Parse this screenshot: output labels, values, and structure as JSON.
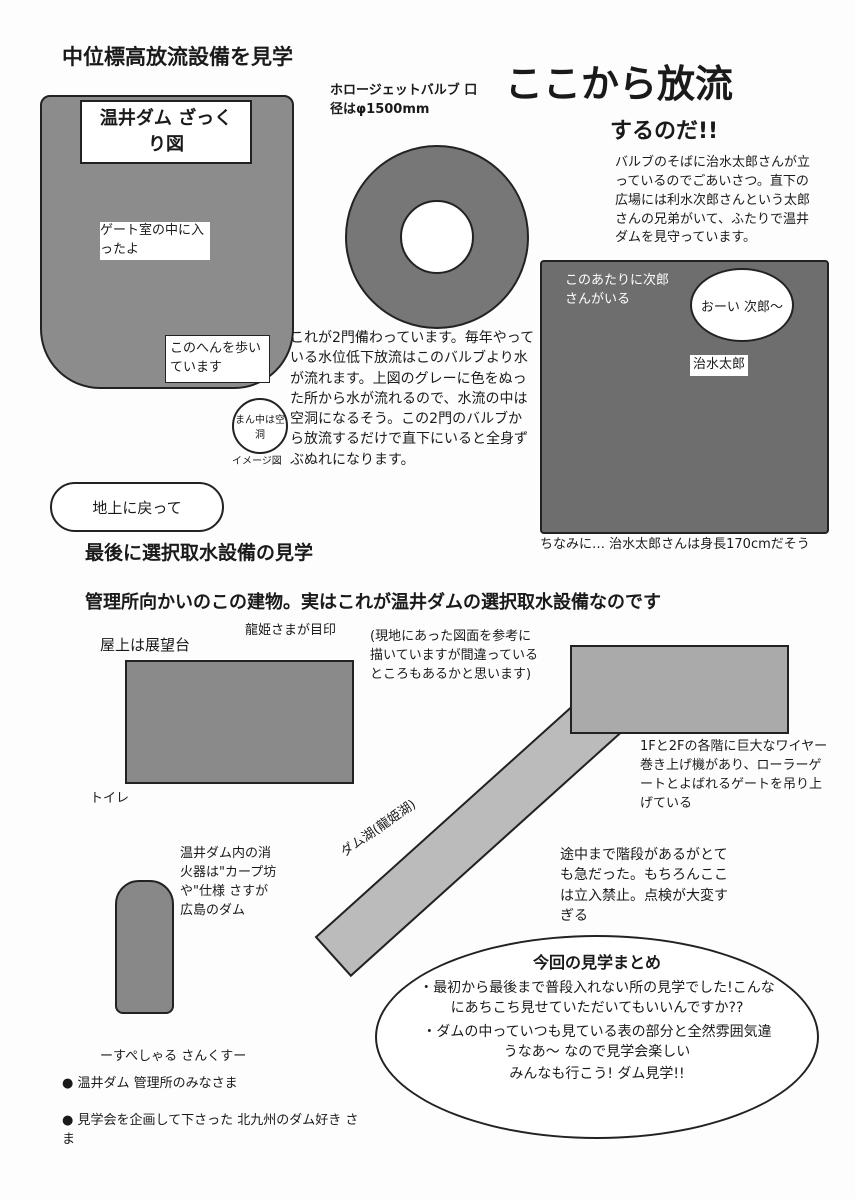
{
  "section1": {
    "title": "中位標高放流設備を見学",
    "map_banner": "温井ダム ざっくり図",
    "gate_note": "ゲート室の中に入ったよ",
    "walk_note": "このへんを歩いています",
    "valve_label": "ホロージェットバルブ 口径はφ1500mm",
    "shout": "ここから放流",
    "shout2": "するのだ!!",
    "taro_text": "バルブのそばに治水太郎さんが立っているのでごあいさつ。直下の広場には利水次郎さんという太郎さんの兄弟がいて、ふたりで温井ダムを見守っています。",
    "jiro_note": "このあたりに次郎さんがいる",
    "call_bubble": "おーい 次郎〜",
    "taro_back": "治水太郎",
    "valve_text": "これが2門備わっています。毎年やっている水位低下放流はこのバルブより水が流れます。上図のグレーに色をぬった所から水が流れるので、水流の中は空洞になるそう。この2門のバルブから放流するだけで直下にいると全身ずぶぬれになります。",
    "hollow_bubble": "まん中は空洞",
    "image_label": "イメージ図",
    "height_note": "ちなみに… 治水太郎さんは身長170cmだそう"
  },
  "section2": {
    "return_bubble": "地上に戻って",
    "title": "最後に選択取水設備の見学",
    "intro": "管理所向かいのこの建物。実はこれが温井ダムの選択取水設備なのです",
    "rooftop": "屋上は展望台",
    "mark": "龍姫さまが目印",
    "toilet": "トイレ",
    "disclaimer": "(現地にあった図面を参考に描いていますが間違っているところもあるかと思います)",
    "winch_note": "1Fと2Fの各階に巨大なワイヤー巻き上げ機があり、ローラーゲートとよばれるゲートを吊り上げている",
    "lake": "ダム湖(龍姫湖)",
    "stairs_note": "途中まで階段があるがとても急だった。もちろんここは立入禁止。点検が大変すぎる",
    "extinguisher": "温井ダム内の消火器は\"カープ坊や\"仕様 さすが広島のダム"
  },
  "summary": {
    "title": "今回の見学まとめ",
    "p1": "・最初から最後まで普段入れない所の見学でした!こんなにあちこち見せていただいてもいいんですか??",
    "p2": "・ダムの中っていつも見ている表の部分と全然雰囲気違うなあ〜 なので見学会楽しい",
    "p3": "みんなも行こう! ダム見学!!"
  },
  "thanks": {
    "title": "ーすぺしゃる さんくすー",
    "items": [
      "● 温井ダム 管理所のみなさま",
      "● 見学会を企画して下さった 北九州のダム好き さま"
    ]
  }
}
